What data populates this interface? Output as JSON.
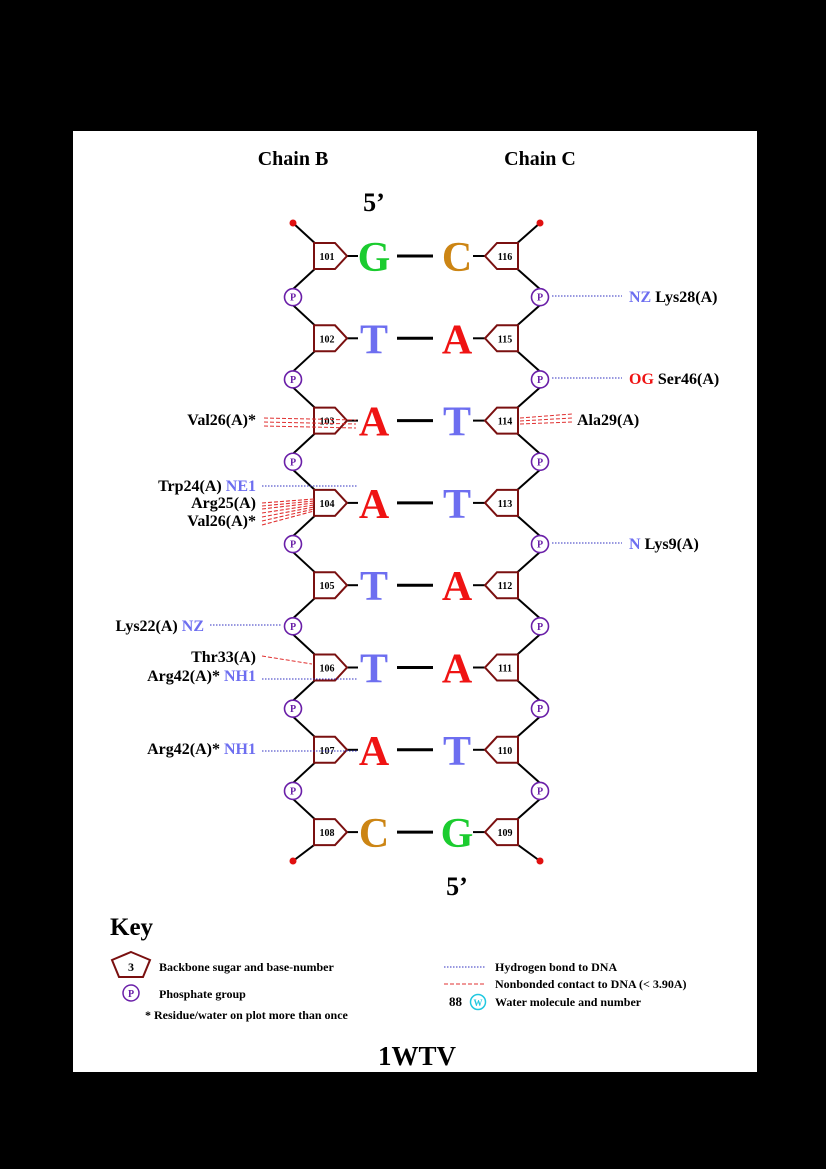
{
  "header": {
    "chain_left": "Chain B",
    "chain_right": "Chain C"
  },
  "ends": {
    "top": "5’",
    "bottom": "5’"
  },
  "colors": {
    "G": "#1bcc2f",
    "C": "#cc8514",
    "A": "#ef1313",
    "T": "#6d6ef0",
    "sugar": "#7a1010",
    "phosphate": "#6a1fa8",
    "end_dot": "#e01010",
    "hbond": "#3030c0",
    "nonbond": "#e03030",
    "atom_blue": "#6d6ef0",
    "atom_red": "#ef1313",
    "water": "#20c8e0"
  },
  "rows": [
    {
      "left_num": "101",
      "left_base": "G",
      "right_base": "C",
      "right_num": "116"
    },
    {
      "left_num": "102",
      "left_base": "T",
      "right_base": "A",
      "right_num": "115"
    },
    {
      "left_num": "103",
      "left_base": "A",
      "right_base": "T",
      "right_num": "114"
    },
    {
      "left_num": "104",
      "left_base": "A",
      "right_base": "T",
      "right_num": "113"
    },
    {
      "left_num": "105",
      "left_base": "T",
      "right_base": "A",
      "right_num": "112"
    },
    {
      "left_num": "106",
      "left_base": "T",
      "right_base": "A",
      "right_num": "111"
    },
    {
      "left_num": "107",
      "left_base": "A",
      "right_base": "T",
      "right_num": "110"
    },
    {
      "left_num": "108",
      "left_base": "C",
      "right_base": "G",
      "right_num": "109"
    }
  ],
  "phosphate_label": "P",
  "contacts": {
    "lys28": {
      "atom": "NZ",
      "residue": "Lys28(A)"
    },
    "ser46": {
      "atom": "OG",
      "residue": "Ser46(A)"
    },
    "val26_a": {
      "residue": "Val26(A)*"
    },
    "ala29": {
      "residue": "Ala29(A)"
    },
    "trp24": {
      "residue": "Trp24(A)",
      "atom": "NE1"
    },
    "arg25": {
      "residue": "Arg25(A)"
    },
    "val26_b": {
      "residue": "Val26(A)*"
    },
    "lys9": {
      "atom": "N",
      "residue": "Lys9(A)"
    },
    "lys22": {
      "residue": "Lys22(A)",
      "atom": "NZ"
    },
    "thr33": {
      "residue": "Thr33(A)"
    },
    "arg42_a": {
      "residue": "Arg42(A)*",
      "atom": "NH1"
    },
    "arg42_b": {
      "residue": "Arg42(A)*",
      "atom": "NH1"
    }
  },
  "key": {
    "title": "Key",
    "sugar_label": "Backbone sugar and base-number",
    "sugar_example": "3",
    "phosphate_label": "Phosphate group",
    "phosphate_example": "P",
    "asterisk_label": "* Residue/water on plot more than once",
    "hbond_label": "Hydrogen bond to DNA",
    "nonbond_label": "Nonbonded contact to DNA (< 3.90A)",
    "water_number": "88",
    "water_symbol": "W",
    "water_label": "Water molecule and number"
  },
  "pdb_id": "1WTV"
}
